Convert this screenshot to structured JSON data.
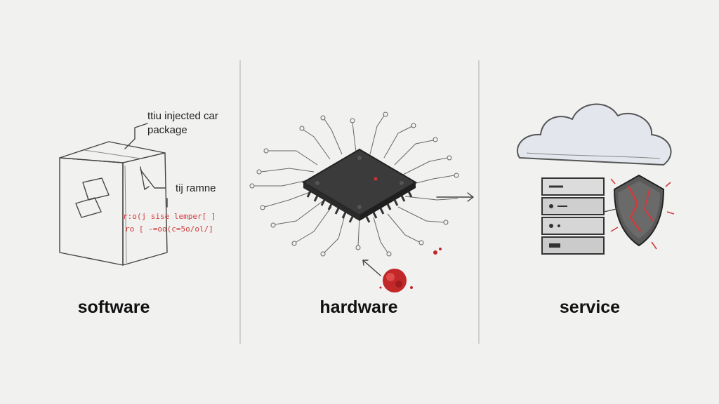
{
  "panels": [
    {
      "label": "software"
    },
    {
      "label": "hardware"
    },
    {
      "label": "service"
    }
  ],
  "software_notes": {
    "callout_top_line1": "ttiu injected car",
    "callout_top_line2": "package",
    "callout_mid": "tij ramne",
    "code_line1": "r:o(j sise lemper[ ]",
    "code_line2": "ro [ -=oo(c=5o/ol/]"
  },
  "colors": {
    "background": "#f1f1f0",
    "divider": "#cfcfcf",
    "sketch": "#444444",
    "accent_red": "#d13a3a",
    "chip": "#3b3b3b",
    "cloud": "#e3e6ec"
  },
  "icons": [
    "box-icon",
    "chip-icon",
    "cloud-icon",
    "server-rack-icon",
    "shield-icon"
  ]
}
